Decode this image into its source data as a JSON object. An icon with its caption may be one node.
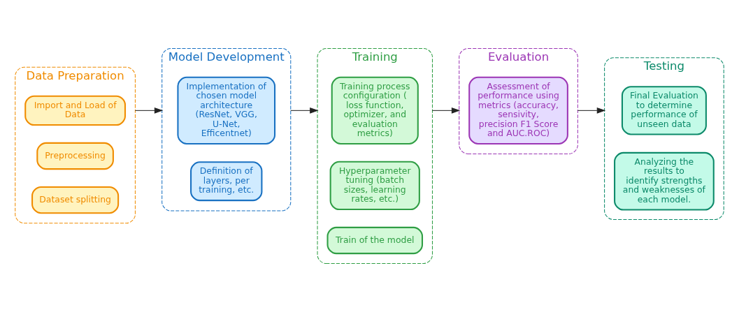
{
  "diagram": {
    "nodes": [
      {
        "text": [
          "Data Preparation"
        ]
      },
      {
        "text": [
          "Import and Load of Data"
        ],
        "in": 0
      },
      {
        "text": [
          "Preprocessing"
        ],
        "in": 0
      },
      {
        "text": [
          "Dataset splitting"
        ],
        "in": 0
      },
      {
        "text": [
          "Model Development"
        ]
      },
      {
        "text": [
          "Implementation of chosen model architecture (ResNet, VGG, U-Net, Efficentnet)"
        ],
        "in": 4
      },
      {
        "text": [
          "Definition of layers, per training, etc."
        ],
        "in": 4
      },
      {
        "text": [
          "Training"
        ]
      },
      {
        "text": [
          "Training process configuration ( loss function, optimizer, and evaluation metrics)"
        ],
        "in": 7
      },
      {
        "text": [
          "Hyperparameter tuning (batch sizes, learning rates, etc.)"
        ],
        "in": 7
      },
      {
        "text": [
          "Train of the model"
        ],
        "in": 7
      },
      {
        "text": [
          "Evaluation"
        ]
      },
      {
        "text": [
          "Assessment of performance using metrics (accuracy, sensivity, precision F1 Score and AUC.ROC)"
        ],
        "in": 11
      },
      {
        "text": [
          "Testing"
        ]
      },
      {
        "text": [
          "Final Evaluation to determine performance of unseen data"
        ],
        "in": 13
      },
      {
        "text": [
          "Analyzing the results to identify strengths and weaknesses of each model."
        ],
        "in": 13
      }
    ],
    "edges": [
      {
        "from": 0,
        "to": 4,
        "arrow": "to"
      },
      {
        "from": 4,
        "to": 7,
        "arrow": "to"
      },
      {
        "from": 7,
        "to": 11,
        "arrow": "to"
      },
      {
        "from": 11,
        "to": 13,
        "arrow": "to"
      }
    ]
  }
}
